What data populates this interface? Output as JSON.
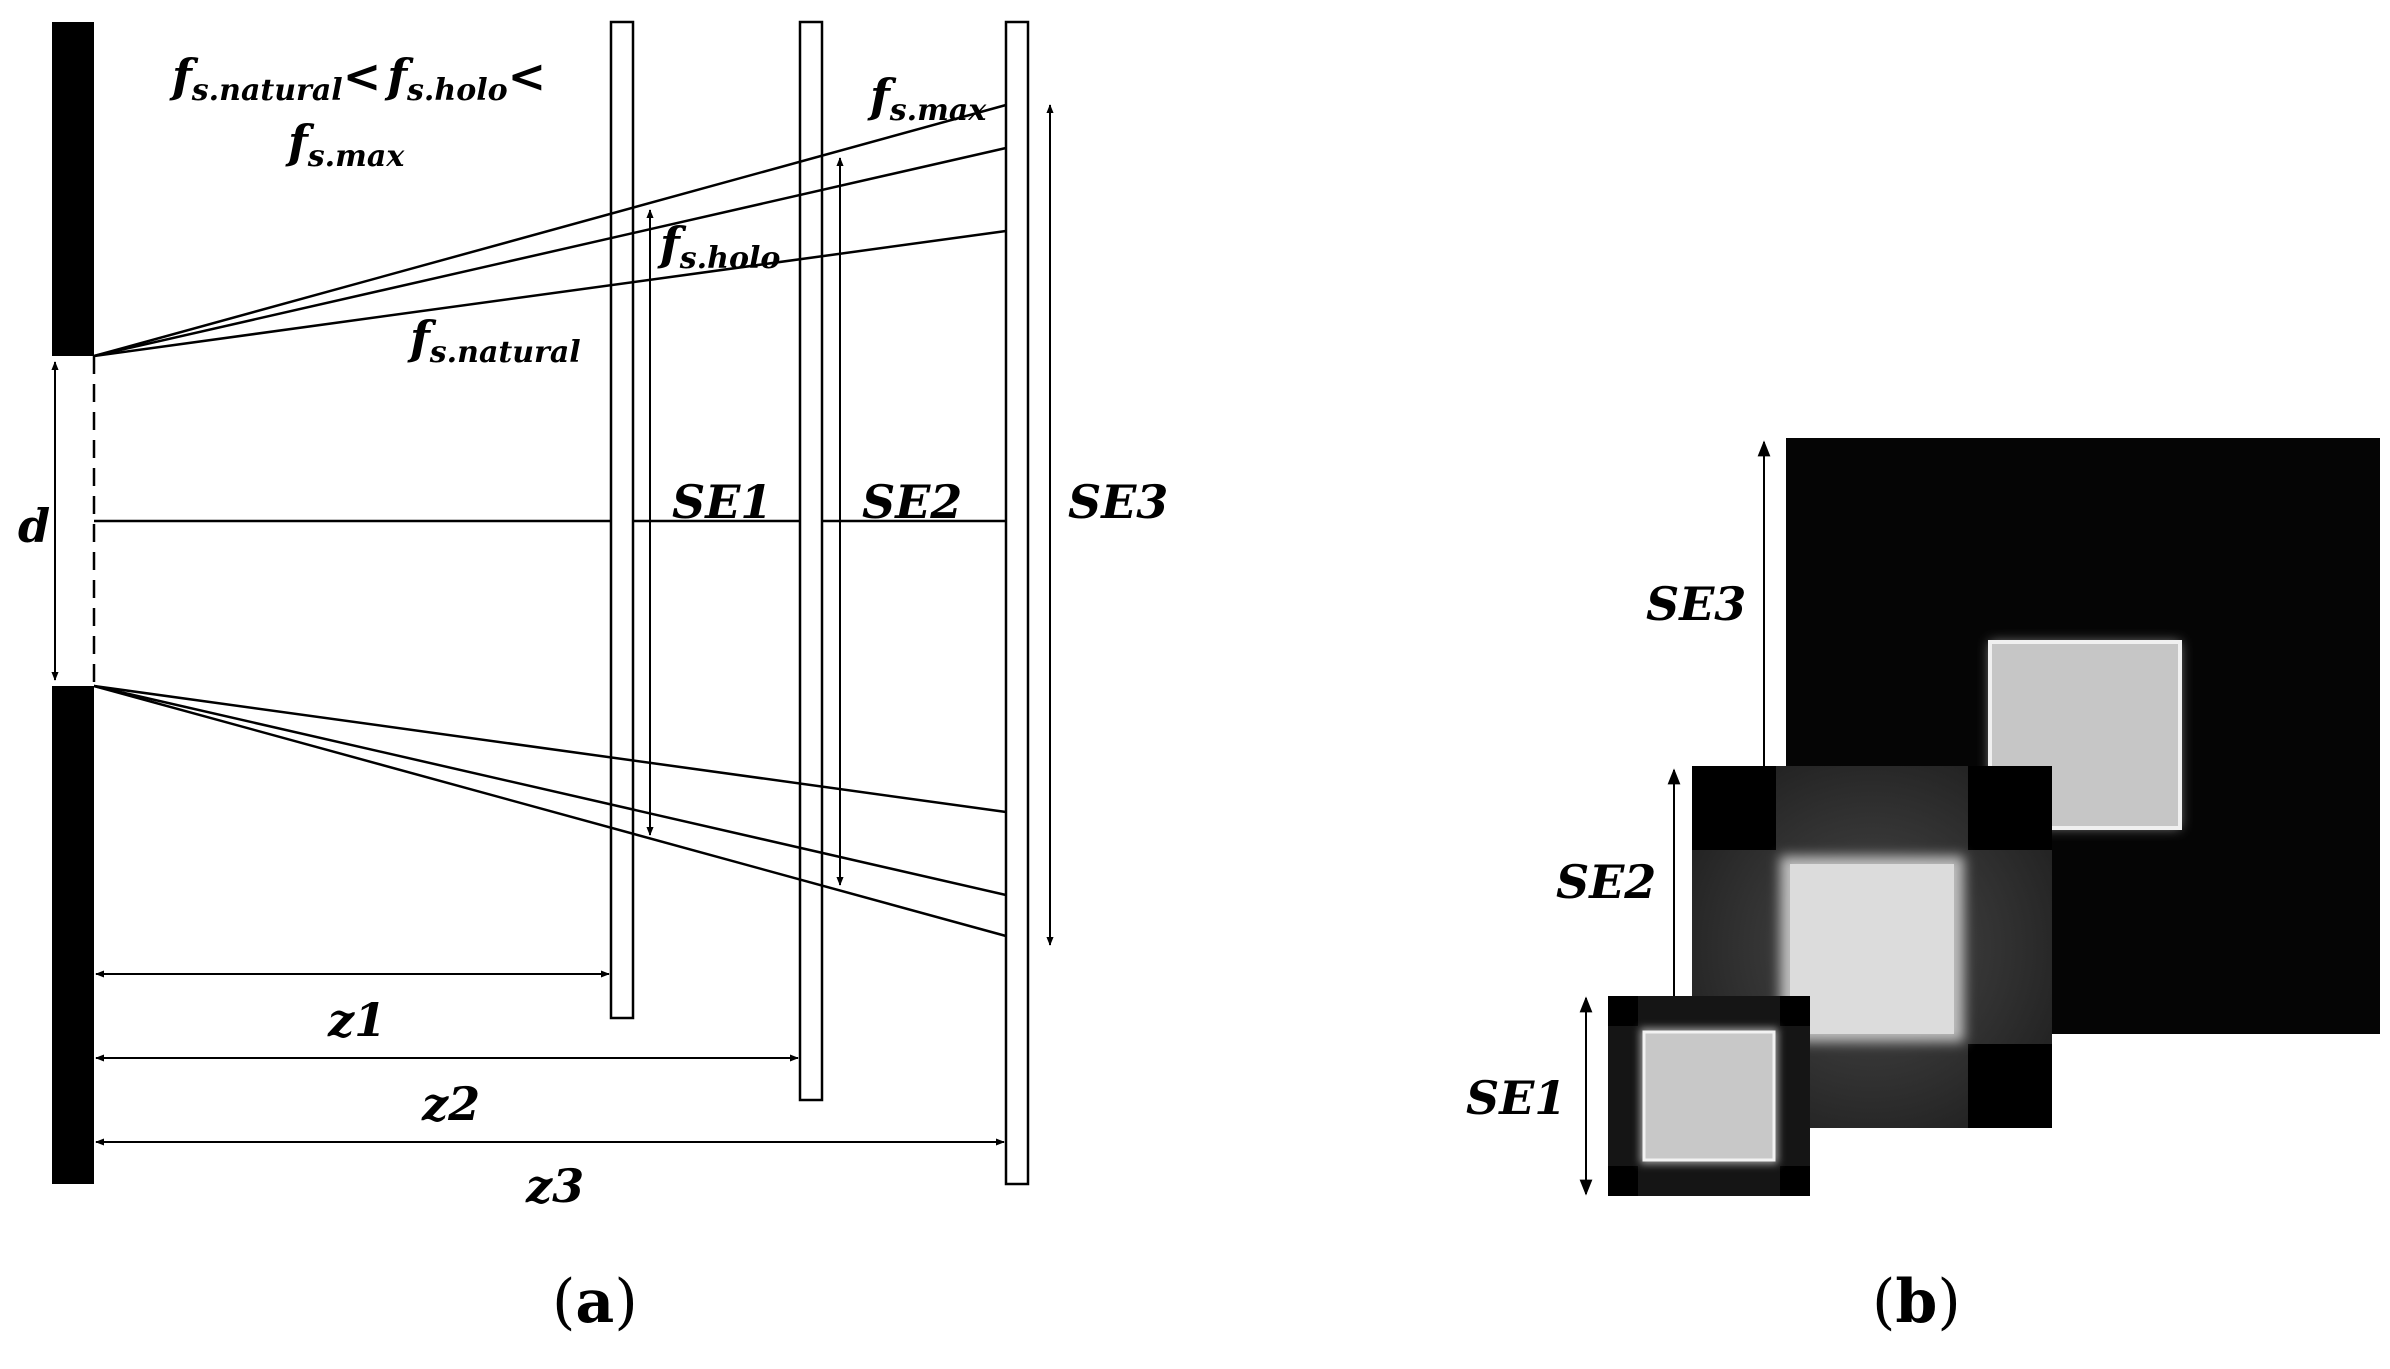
{
  "panel_a": {
    "caption_letter": "a",
    "inequality_line1": {
      "f1": "f",
      "s1": "s.natural",
      "lt1": "<",
      "f2": "f",
      "s2": "s.holo",
      "lt2": "<"
    },
    "inequality_line2": {
      "f": "f",
      "s": "s.max"
    },
    "ray_labels": {
      "max": {
        "f": "f",
        "s": "s.max"
      },
      "holo": {
        "f": "f",
        "s": "s.holo"
      },
      "natural": {
        "f": "f",
        "s": "s.natural"
      }
    },
    "aperture_label": "d",
    "planes": [
      "SE1",
      "SE2",
      "SE3"
    ],
    "distances": [
      "z1",
      "z2",
      "z3"
    ]
  },
  "panel_b": {
    "caption_letter": "b",
    "labels": [
      "SE1",
      "SE2",
      "SE3"
    ]
  },
  "colors": {
    "ink": "#000000",
    "paper": "#ffffff"
  }
}
